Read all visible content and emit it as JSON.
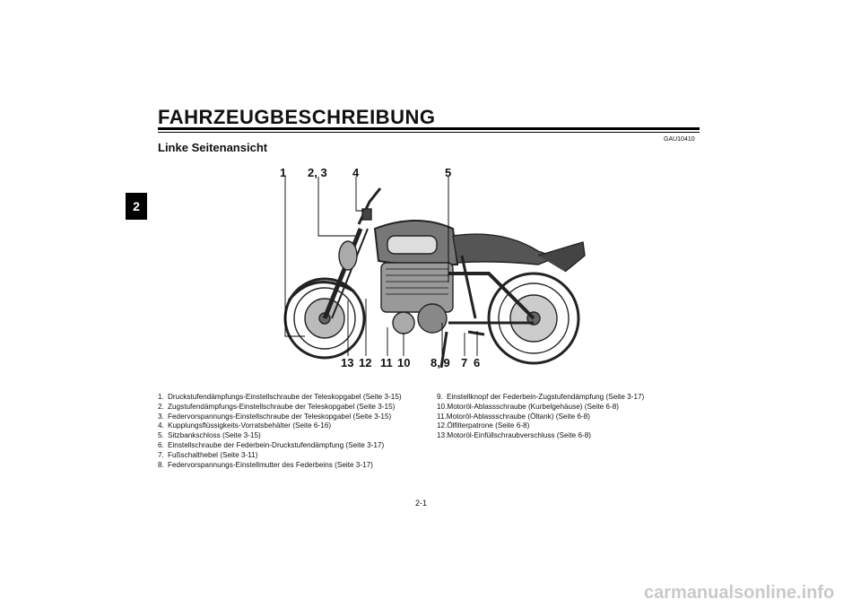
{
  "chapter_tab": "2",
  "header": {
    "title": "FAHRZEUGBESCHREIBUNG",
    "ref_code": "GAU10410",
    "section_title": "Linke Seitenansicht"
  },
  "figure": {
    "callouts_top": [
      "1",
      "2, 3",
      "4",
      "5"
    ],
    "callouts_bottom": [
      "13",
      "12",
      "11",
      "10",
      "8, 9",
      "7",
      "6"
    ]
  },
  "legend_left": [
    {
      "num": "1.",
      "text": "Druckstufendämpfungs-Einstellschraube der Teleskopgabel (Seite 3-15)"
    },
    {
      "num": "2.",
      "text": "Zugstufendämpfungs-Einstellschraube der Teleskopgabel (Seite 3-15)"
    },
    {
      "num": "3.",
      "text": "Federvorspannungs-Einstellschraube der Teleskopgabel (Seite 3-15)"
    },
    {
      "num": "4.",
      "text": "Kupplungsflüssigkeits-Vorratsbehälter (Seite 6-16)"
    },
    {
      "num": "5.",
      "text": "Sitzbankschloss (Seite 3-15)"
    },
    {
      "num": "6.",
      "text": "Einstellschraube der Federbein-Druckstufendämpfung (Seite 3-17)"
    },
    {
      "num": "7.",
      "text": "Fußschalthebel (Seite 3-11)"
    },
    {
      "num": "8.",
      "text": "Federvorspannungs-Einstellmutter des Federbeins (Seite 3-17)"
    }
  ],
  "legend_right": [
    {
      "num": "9.",
      "text": "Einstellknopf der Federbein-Zugstufendämpfung (Seite 3-17)"
    },
    {
      "num": "10.",
      "text": "Motoröl-Ablassschraube (Kurbelgehäuse) (Seite 6-8)"
    },
    {
      "num": "11.",
      "text": "Motoröl-Ablassschraube (Öltank) (Seite 6-8)"
    },
    {
      "num": "12.",
      "text": "Ölfilterpatrone (Seite 6-8)"
    },
    {
      "num": "13.",
      "text": "Motoröl-Einfüllschraubverschluss (Seite 6-8)"
    }
  ],
  "page_number": "2-1",
  "watermark": "carmanualsonline.info"
}
